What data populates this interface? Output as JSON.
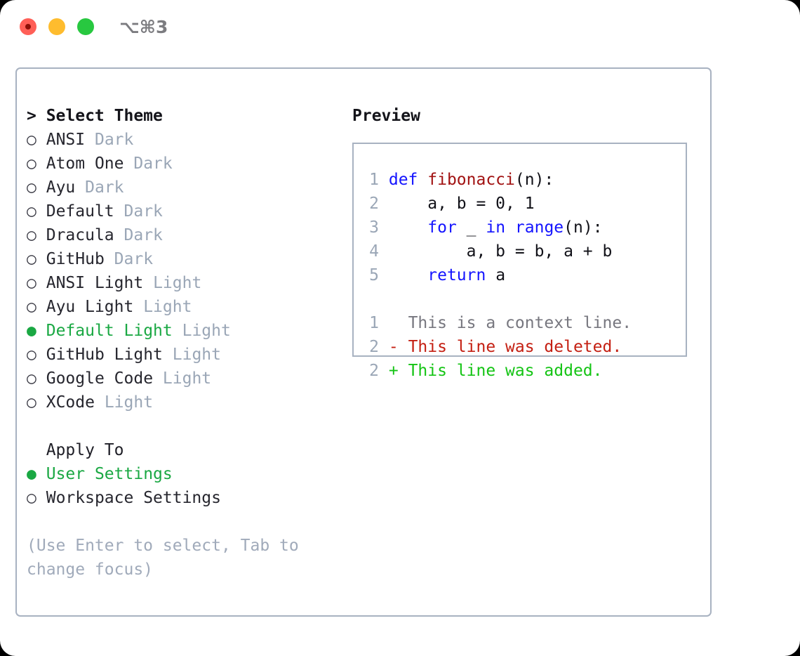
{
  "titlebar": {
    "shortcut": "⌥⌘3",
    "dots": [
      {
        "name": "close",
        "color": "#ff5f57"
      },
      {
        "name": "minimize",
        "color": "#febc2e"
      },
      {
        "name": "maximize",
        "color": "#28c840"
      }
    ]
  },
  "theme_picker": {
    "header": "> Select Theme",
    "items": [
      {
        "bullet": "○",
        "label": "ANSI",
        "suffix": "Dark",
        "selected": false
      },
      {
        "bullet": "○",
        "label": "Atom One",
        "suffix": "Dark",
        "selected": false
      },
      {
        "bullet": "○",
        "label": "Ayu",
        "suffix": "Dark",
        "selected": false
      },
      {
        "bullet": "○",
        "label": "Default",
        "suffix": "Dark",
        "selected": false
      },
      {
        "bullet": "○",
        "label": "Dracula",
        "suffix": "Dark",
        "selected": false
      },
      {
        "bullet": "○",
        "label": "GitHub",
        "suffix": "Dark",
        "selected": false
      },
      {
        "bullet": "○",
        "label": "ANSI Light",
        "suffix": "Light",
        "selected": false
      },
      {
        "bullet": "○",
        "label": "Ayu Light",
        "suffix": "Light",
        "selected": false
      },
      {
        "bullet": "●",
        "label": "Default Light",
        "suffix": "Light",
        "selected": true
      },
      {
        "bullet": "○",
        "label": "GitHub Light",
        "suffix": "Light",
        "selected": false
      },
      {
        "bullet": "○",
        "label": "Google Code",
        "suffix": "Light",
        "selected": false
      },
      {
        "bullet": "○",
        "label": "XCode",
        "suffix": "Light",
        "selected": false
      }
    ]
  },
  "apply_to": {
    "header": "Apply To",
    "items": [
      {
        "bullet": "●",
        "label": "User Settings",
        "selected": true
      },
      {
        "bullet": "○",
        "label": "Workspace Settings",
        "selected": false
      }
    ]
  },
  "hint": "(Use Enter to select, Tab to change focus)",
  "preview": {
    "title": "Preview",
    "code_lines": [
      {
        "num": "1",
        "tokens": [
          {
            "t": "def ",
            "c": "kw"
          },
          {
            "t": "fibonacci",
            "c": "fn"
          },
          {
            "t": "(n):",
            "c": "plain"
          }
        ]
      },
      {
        "num": "2",
        "tokens": [
          {
            "t": "    a, b = 0, 1",
            "c": "plain"
          }
        ]
      },
      {
        "num": "3",
        "tokens": [
          {
            "t": "    ",
            "c": "plain"
          },
          {
            "t": "for",
            "c": "kw"
          },
          {
            "t": " _ ",
            "c": "plain"
          },
          {
            "t": "in",
            "c": "kw"
          },
          {
            "t": " ",
            "c": "plain"
          },
          {
            "t": "range",
            "c": "kw"
          },
          {
            "t": "(n):",
            "c": "plain"
          }
        ]
      },
      {
        "num": "4",
        "tokens": [
          {
            "t": "        a, b = b, a + b",
            "c": "plain"
          }
        ]
      },
      {
        "num": "5",
        "tokens": [
          {
            "t": "    ",
            "c": "plain"
          },
          {
            "t": "return",
            "c": "kw"
          },
          {
            "t": " a",
            "c": "plain"
          }
        ]
      }
    ],
    "diff_lines": [
      {
        "num": "1",
        "marker": "  ",
        "text": "This is a context line.",
        "kind": "ctx"
      },
      {
        "num": "2",
        "marker": "- ",
        "text": "This line was deleted.",
        "kind": "del"
      },
      {
        "num": "2",
        "marker": "+ ",
        "text": "This line was added.",
        "kind": "add"
      }
    ]
  },
  "colors": {
    "accent_green": "#1aa843",
    "border": "#a8b2c1",
    "muted": "#9aa6b6",
    "keyword_blue": "#1414ff",
    "function_red": "#a11212",
    "diff_delete": "#c41f12",
    "diff_add": "#14c414"
  }
}
